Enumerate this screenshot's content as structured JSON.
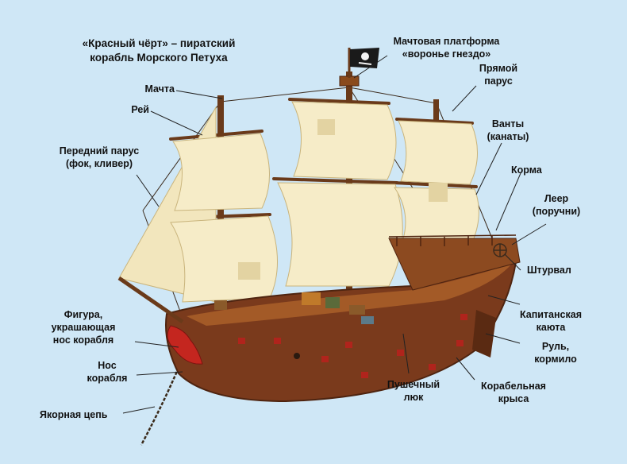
{
  "title": {
    "line1": "«Красный чёрт» – пиратский",
    "line2": "корабль Морского Петуха"
  },
  "labels": {
    "crows_nest": {
      "line1": "Мачтовая платформа",
      "line2": "«воронье гнездо»"
    },
    "mast": "Мачта",
    "yard": "Рей",
    "fore_sail": {
      "line1": "Передний парус",
      "line2": "(фок, кливер)"
    },
    "square_sail": {
      "line1": "Прямой",
      "line2": "парус"
    },
    "shrouds": {
      "line1": "Ванты",
      "line2": "(канаты)"
    },
    "stern": "Корма",
    "railing": {
      "line1": "Леер",
      "line2": "(поручни)"
    },
    "helm": "Штурвал",
    "captain_cabin": {
      "line1": "Капитанская",
      "line2": "каюта"
    },
    "rudder": {
      "line1": "Руль,",
      "line2": "кормило"
    },
    "figurehead": {
      "line1": "Фигура,",
      "line2": "украшающая",
      "line3": "нос корабля"
    },
    "bow": {
      "line1": "Нос",
      "line2": "корабля"
    },
    "anchor_chain": "Якорная цепь",
    "gun_port": {
      "line1": "Пушечный",
      "line2": "люк"
    },
    "ship_rat": {
      "line1": "Корабельная",
      "line2": "крыса"
    }
  },
  "colors": {
    "background": "#cfe7f6",
    "hull": "#7a3a1c",
    "hull_dark": "#4e2410",
    "deck": "#a35a27",
    "sail": "#f6ecc8",
    "sail_shadow": "#e3d3a2",
    "mast": "#6a3a1a",
    "gun_port": "#b0241c",
    "flag": "#1a1a1a",
    "figurehead": "#c4261f",
    "leader_line": "#222222"
  }
}
